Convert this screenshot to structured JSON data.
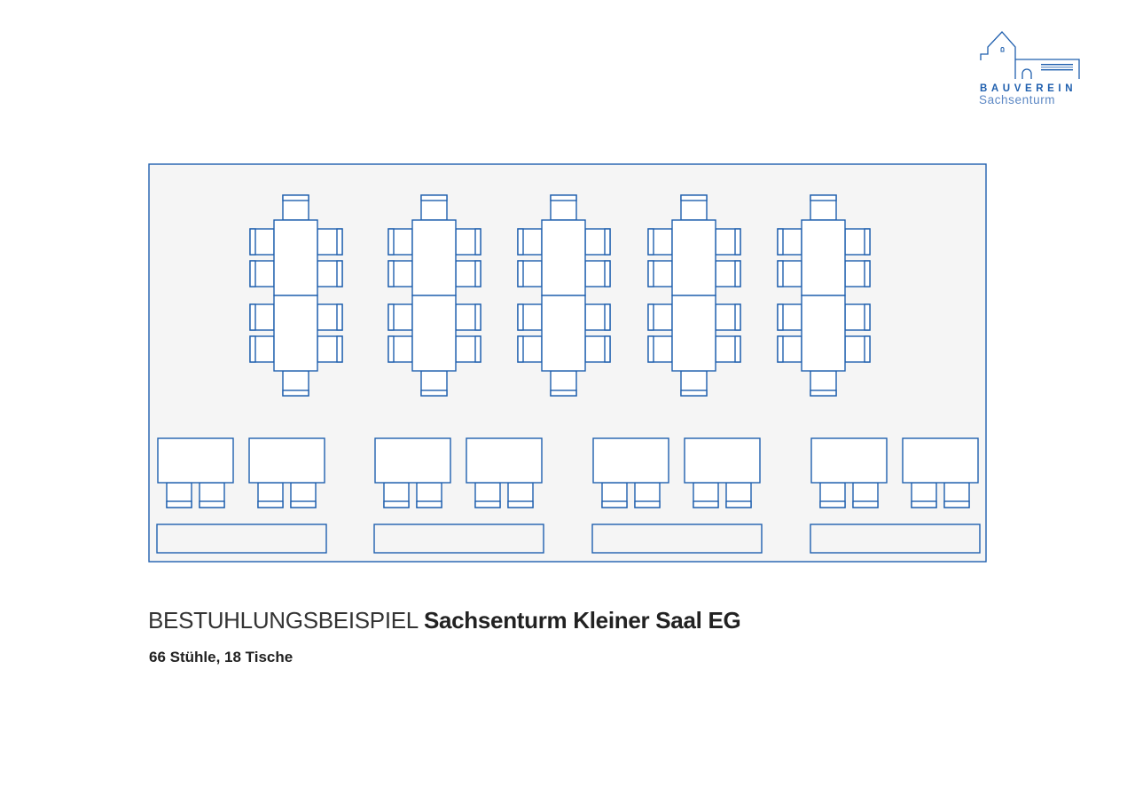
{
  "logo": {
    "line1": "BAUVEREIN",
    "line2": "Sachsenturm"
  },
  "title": {
    "prefix": "BESTUHLUNGSBEISPIEL",
    "name": "Sachsenturm Kleiner Saal EG"
  },
  "subtitle": "66 Stühle, 18 Tische",
  "plan": {
    "long_table_groups": 5,
    "small_table_pairs": 4,
    "benches": 4
  },
  "colors": {
    "line": "#1f5fae",
    "room_fill": "#f5f5f5",
    "table_fill": "#ffffff"
  }
}
